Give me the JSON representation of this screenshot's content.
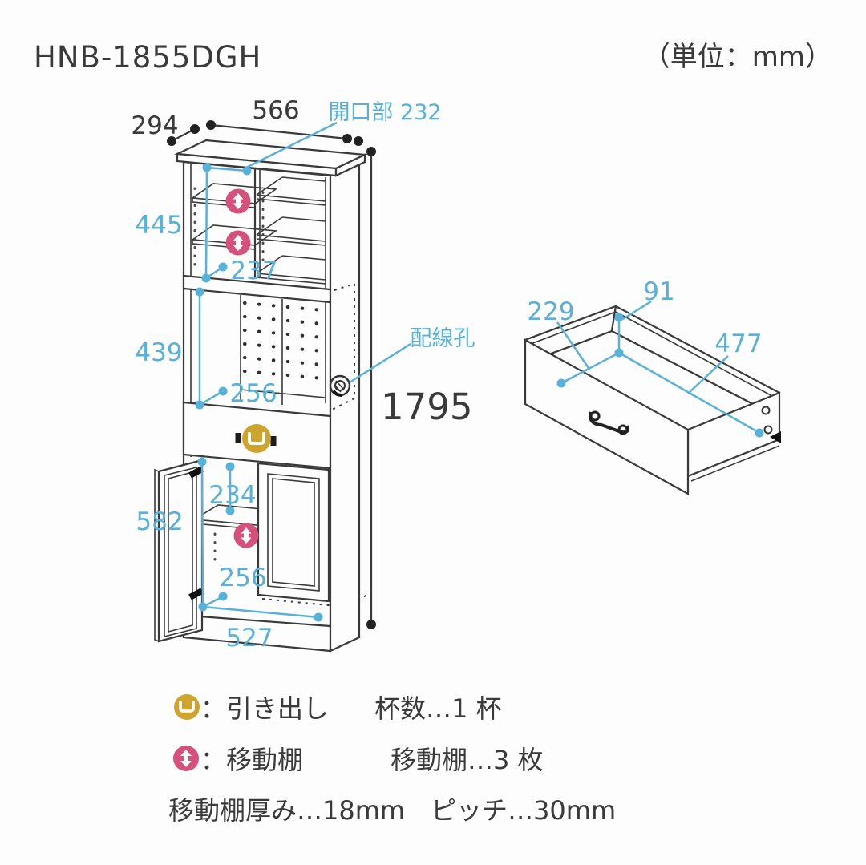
{
  "page": {
    "title": "HNB-1855DGH",
    "unit_note": "（単位：mm）"
  },
  "colors": {
    "line": "#3a3a3a",
    "dimension_cyan": "#58b1d8",
    "marker_pink": "#d5507a",
    "marker_yellow": "#cda42e",
    "background": "#fdfdfd"
  },
  "cabinet_dims": {
    "depth": "294",
    "width": "566",
    "opening": "開口部 232",
    "total_height": "1795",
    "upper_height": "445",
    "upper_shelf_depth": "237",
    "middle_height": "439",
    "middle_shelf_depth": "256",
    "wiring_hole": "配線孔",
    "lower_gap": "234",
    "lower_height": "582",
    "lower_shelf_depth": "256",
    "lower_width": "527"
  },
  "drawer_dims": {
    "inner_depth": "229",
    "inner_height": "91",
    "inner_width": "477"
  },
  "legend": {
    "drawer_label": "：引き出し",
    "drawer_value": "杯数…1 杯",
    "shelf_label": "：移動棚",
    "shelf_value": "移動棚…3 枚",
    "note": "移動棚厚み…18mm　ピッチ…30mm"
  }
}
